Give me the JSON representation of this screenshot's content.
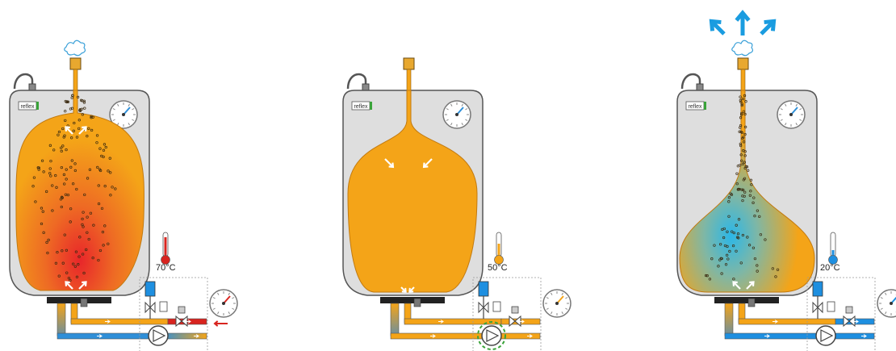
{
  "panels": [
    {
      "id": "heating",
      "brand": "reflex",
      "temperature": "70°C",
      "thermo_color": "#d8241f",
      "inlet_color": "#d8241f",
      "return_color": "#2f8fd8",
      "hot_core": "#e8362a",
      "membrane_shape": "full",
      "vapor": true,
      "big_arrows": false
    },
    {
      "id": "cooling",
      "brand": "reflex",
      "temperature": "50°C",
      "thermo_color": "#f4a418",
      "inlet_color": "#f4a418",
      "return_color": "#f4a418",
      "hot_core": null,
      "membrane_shape": "bulb",
      "vapor": false,
      "big_arrows": false
    },
    {
      "id": "cold",
      "brand": "reflex",
      "temperature": "20°C",
      "thermo_color": "#1e8fe0",
      "inlet_color": "#1e8fe0",
      "return_color": "#1e8fe0",
      "hot_core": "#35b6e8",
      "membrane_shape": "drop",
      "vapor": true,
      "big_arrows": true
    }
  ],
  "colors": {
    "vessel": "#dedede",
    "vessel_stroke": "#555555",
    "water": "#f4a418",
    "arrow_blue": "#1a9ce0"
  }
}
